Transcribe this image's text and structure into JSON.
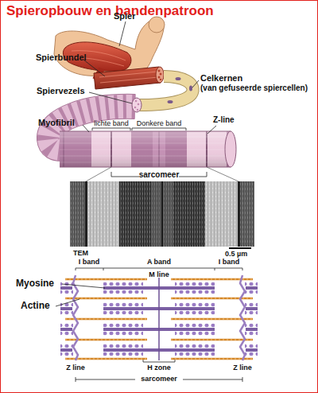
{
  "diagram": {
    "title": "Spieropbouw en bandenpatroon",
    "labels": [
      "Spier",
      "Spierbundel",
      "Celkernen",
      "(van gefuseerde spiercellen)",
      "Spiervezels",
      "Myofibril",
      "lichte band",
      "Donkere band",
      "Z-line",
      "sarcomeer",
      "TEM",
      "0.5 µm",
      "I band",
      "A band",
      "I band",
      "M line",
      "Myosine",
      "Actine",
      "Z line",
      "H zone",
      "Z line",
      "sarcomeer"
    ]
  }
}
